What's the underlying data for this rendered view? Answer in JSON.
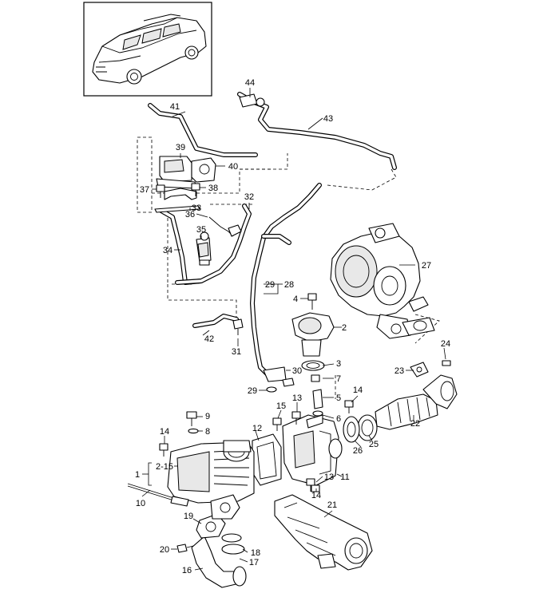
{
  "callouts": [
    {
      "id": "c1",
      "text": "1"
    },
    {
      "id": "c2",
      "text": "2"
    },
    {
      "id": "c2-15",
      "text": "2-15"
    },
    {
      "id": "c3",
      "text": "3"
    },
    {
      "id": "c4",
      "text": "4"
    },
    {
      "id": "c5",
      "text": "5"
    },
    {
      "id": "c6",
      "text": "6"
    },
    {
      "id": "c7",
      "text": "7"
    },
    {
      "id": "c8",
      "text": "8"
    },
    {
      "id": "c9",
      "text": "9"
    },
    {
      "id": "c10",
      "text": "10"
    },
    {
      "id": "c11",
      "text": "11"
    },
    {
      "id": "c12",
      "text": "12"
    },
    {
      "id": "c13a",
      "text": "13"
    },
    {
      "id": "c13b",
      "text": "13"
    },
    {
      "id": "c14a",
      "text": "14"
    },
    {
      "id": "c14b",
      "text": "14"
    },
    {
      "id": "c14c",
      "text": "14"
    },
    {
      "id": "c15",
      "text": "15"
    },
    {
      "id": "c16",
      "text": "16"
    },
    {
      "id": "c17",
      "text": "17"
    },
    {
      "id": "c18",
      "text": "18"
    },
    {
      "id": "c19",
      "text": "19"
    },
    {
      "id": "c20",
      "text": "20"
    },
    {
      "id": "c21",
      "text": "21"
    },
    {
      "id": "c22",
      "text": "22"
    },
    {
      "id": "c23",
      "text": "23"
    },
    {
      "id": "c24",
      "text": "24"
    },
    {
      "id": "c25",
      "text": "25"
    },
    {
      "id": "c26",
      "text": "26"
    },
    {
      "id": "c27",
      "text": "27"
    },
    {
      "id": "c28",
      "text": "28"
    },
    {
      "id": "c29a",
      "text": "29"
    },
    {
      "id": "c29b",
      "text": "29"
    },
    {
      "id": "c30",
      "text": "30"
    },
    {
      "id": "c31",
      "text": "31"
    },
    {
      "id": "c32",
      "text": "32"
    },
    {
      "id": "c33",
      "text": "33"
    },
    {
      "id": "c34",
      "text": "34"
    },
    {
      "id": "c35",
      "text": "35"
    },
    {
      "id": "c36",
      "text": "36"
    },
    {
      "id": "c37",
      "text": "37"
    },
    {
      "id": "c38",
      "text": "38"
    },
    {
      "id": "c39",
      "text": "39"
    },
    {
      "id": "c40",
      "text": "40"
    },
    {
      "id": "c41",
      "text": "41"
    },
    {
      "id": "c42",
      "text": "42"
    },
    {
      "id": "c43",
      "text": "43"
    },
    {
      "id": "c44",
      "text": "44"
    }
  ]
}
